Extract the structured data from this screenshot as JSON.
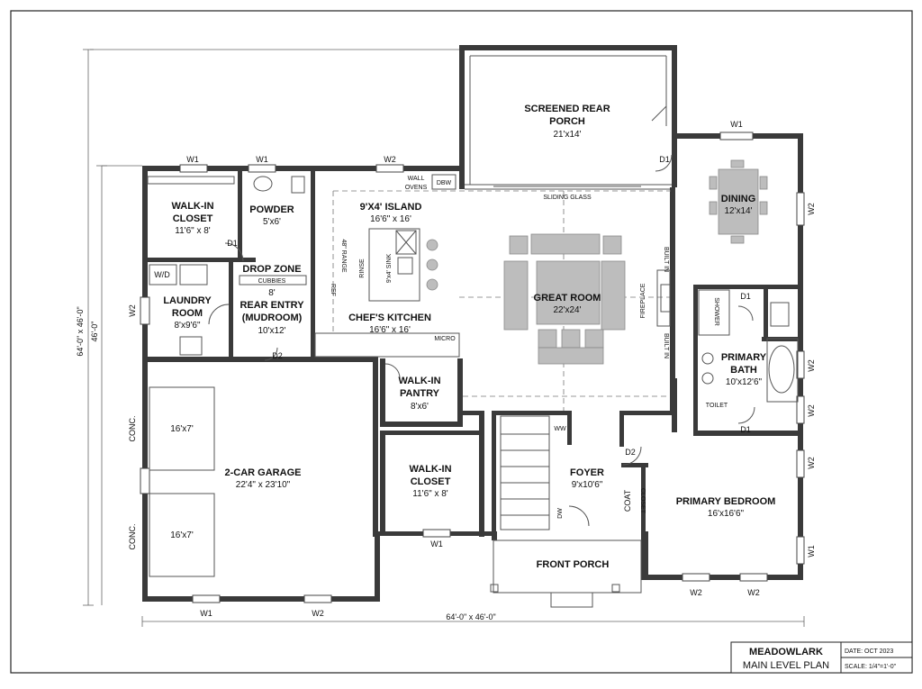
{
  "rooms": {
    "screened_porch": {
      "name1": "SCREENED REAR",
      "name2": "PORCH",
      "dim": "21'x14'"
    },
    "walkin_closet_1": {
      "name1": "WALK-IN",
      "name2": "CLOSET",
      "dim": "11'6\" x 8'"
    },
    "powder": {
      "name": "POWDER",
      "dim": "5'x6'"
    },
    "island": {
      "name": "9'X4' ISLAND",
      "dim": "16'6\" x 16'"
    },
    "dining": {
      "name": "DINING",
      "dim": "12'x14'"
    },
    "drop_zone": {
      "name": "DROP ZONE",
      "cubbies": "CUBBIES",
      "dim": "8'"
    },
    "laundry": {
      "name1": "LAUNDRY",
      "name2": "ROOM",
      "dim": "8'x9'6\""
    },
    "rear_entry": {
      "name1": "REAR ENTRY",
      "name2": "(MUDROOM)",
      "dim": "10'x12'"
    },
    "kitchen": {
      "name": "CHEF'S KITCHEN",
      "dim": "16'6\" x 16'"
    },
    "great_room": {
      "name": "GREAT ROOM",
      "dim": "22'x24'"
    },
    "primary_bath": {
      "name1": "PRIMARY",
      "name2": "BATH",
      "dim": "10'x12'6\""
    },
    "walkin_pantry": {
      "name1": "WALK-IN",
      "name2": "PANTRY",
      "dim": "8'x6'"
    },
    "garage": {
      "name": "2-CAR GARAGE",
      "dim": "22'4\" x 23'10\"",
      "bay": "16'x7'"
    },
    "walkin_closet_2": {
      "name1": "WALK-IN",
      "name2": "CLOSET",
      "dim": "11'6\" x 8'"
    },
    "foyer": {
      "name": "FOYER",
      "dim": "9'x10'6\""
    },
    "primary_bedroom": {
      "name": "PRIMARY BEDROOM",
      "dim": "16'x16'6\""
    },
    "front_porch": {
      "name": "FRONT PORCH"
    }
  },
  "labels": {
    "w1": "W1",
    "w2": "W2",
    "d1": "D1",
    "d2": "D2",
    "wall_ovens1": "WALL",
    "wall_ovens2": "OVENS",
    "dbw": "DBW",
    "sliding_glass": "SLIDING GLASS",
    "wd": "W/D",
    "range": "48\" RANGE",
    "rinse": "RINSE",
    "sink": "9'x4' SINK",
    "ref": "REF",
    "built_in": "BUILT IN",
    "fireplace": "FIREPLACE",
    "shower": "SHOWER",
    "toilet": "TOILET",
    "coat": "COAT",
    "closet": "CLOSET",
    "dw": "DW",
    "ww": "WW",
    "conc": "CONC.",
    "micro": "MICRO"
  },
  "dimensions": {
    "overall_v1": "64'-0\" x 46'-0\"",
    "overall_v2": "46'-0\"",
    "overall_h": "64'-0\" x 46'-0\""
  },
  "title_block": {
    "name1": "MEADOWLARK",
    "name2": "MAIN LEVEL PLAN",
    "date": "DATE: OCT 2023",
    "scale": "SCALE: 1/4\"=1'-0\""
  }
}
